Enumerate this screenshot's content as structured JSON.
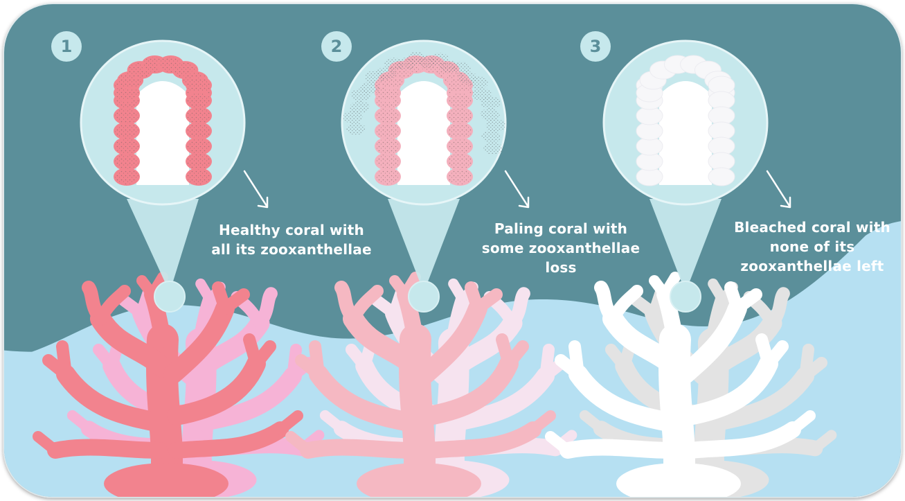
{
  "colors": {
    "deep_water": "#5b8f9a",
    "shallow_water": "#b6e0f2",
    "bubble": "#c6e8ec",
    "number_text": "#5b8f9a",
    "healthy_coral": "#f2838e",
    "healthy_coral_back": "#f6b3d6",
    "paling_coral": "#f5b8c2",
    "paling_coral_back": "#f6e3ef",
    "bleached_coral": "#ffffff",
    "bleached_coral_back": "#e3e3e3",
    "zooxanthellae_dots": "#8c6b6b"
  },
  "stages": [
    {
      "number": "1",
      "state": "healthy",
      "caption": [
        "Healthy coral with",
        "all its zooxanthellae"
      ]
    },
    {
      "number": "2",
      "state": "paling",
      "caption": [
        "Paling coral with",
        "some zooxanthellae",
        "loss"
      ]
    },
    {
      "number": "3",
      "state": "bleached",
      "caption": [
        "Bleached coral with",
        "none of its",
        "zooxanthellae left"
      ]
    }
  ]
}
